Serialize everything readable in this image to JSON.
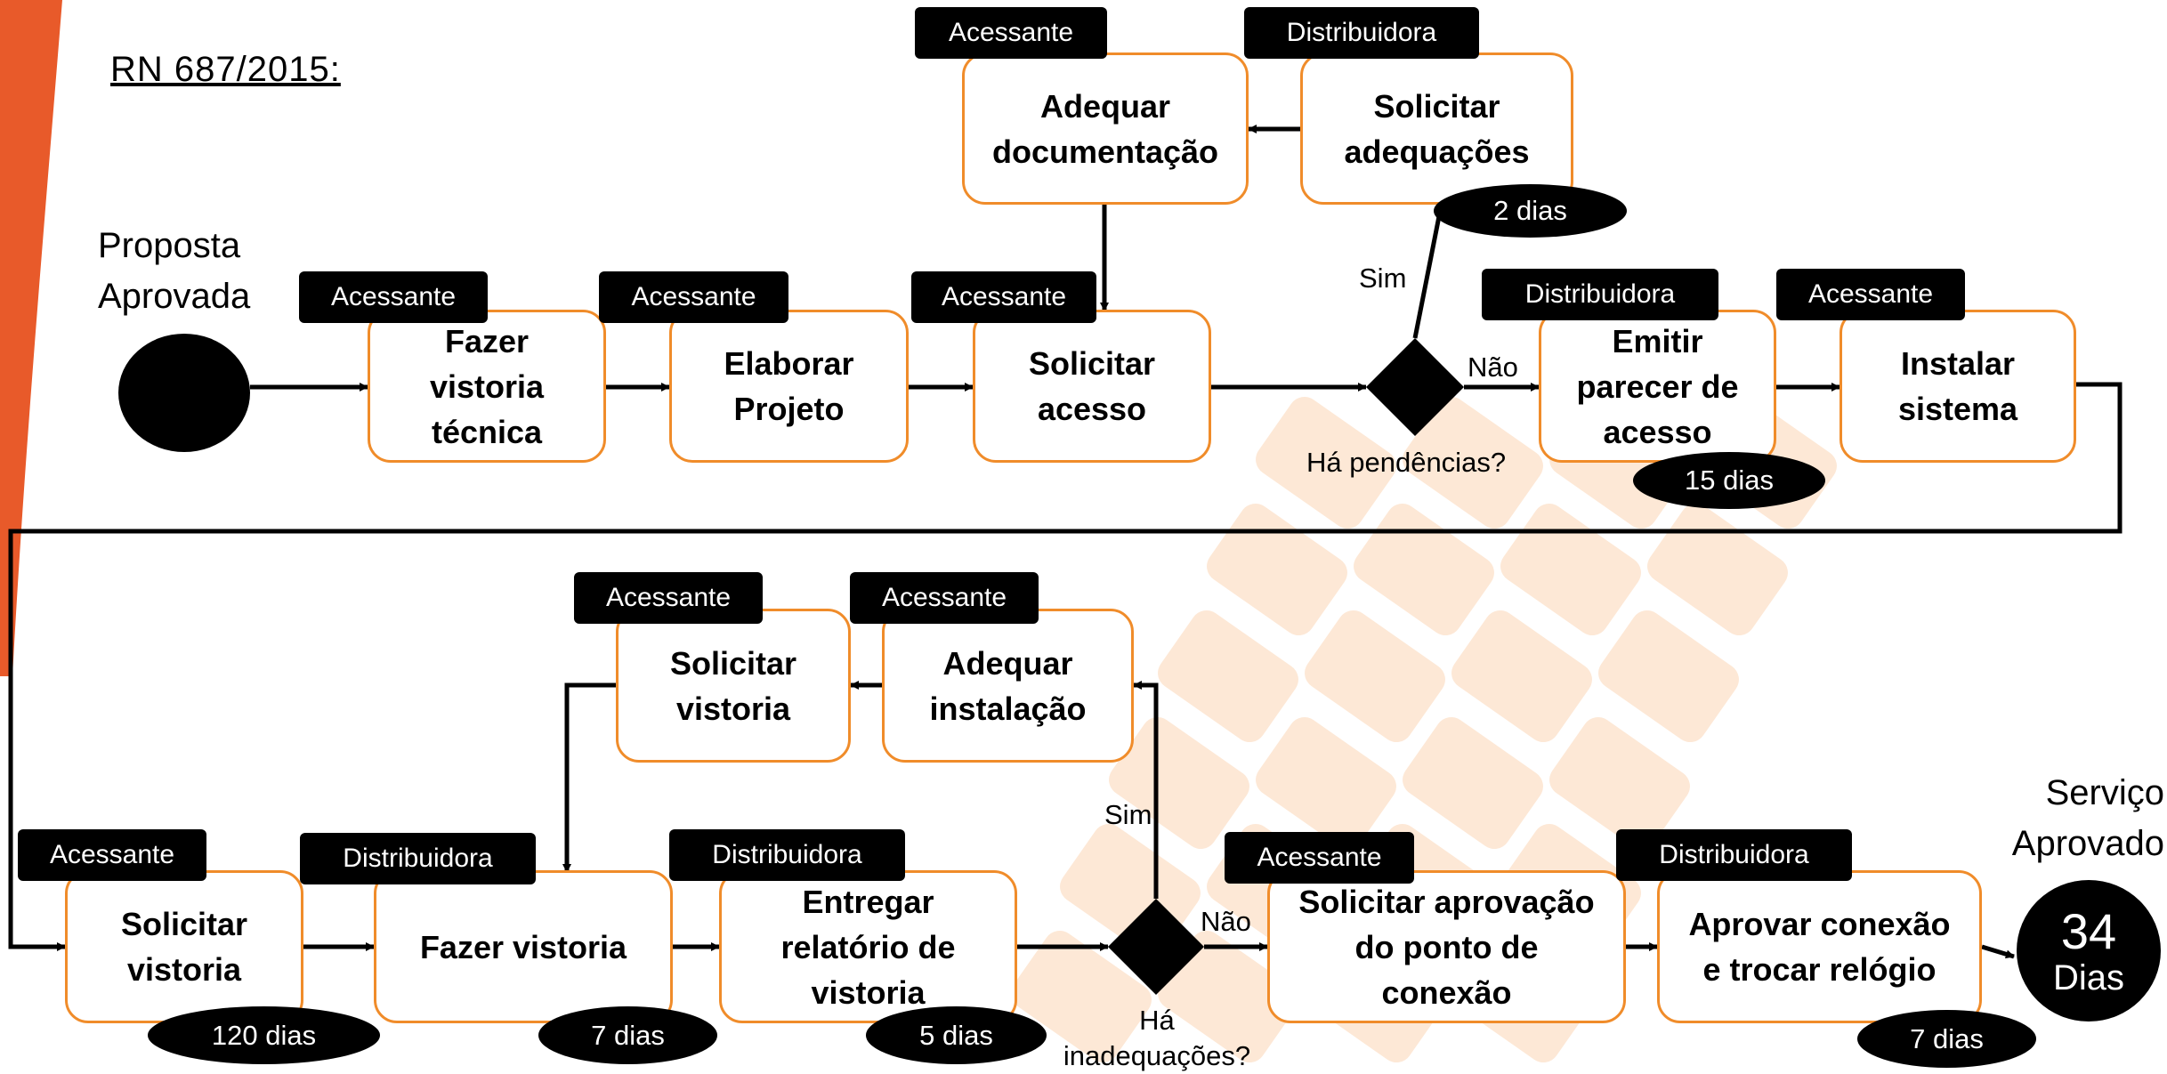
{
  "header": {
    "title": "RN 687/2015:"
  },
  "theme": {
    "accent": "#F08C2A",
    "decor_stripe": "#E85A2A",
    "decor_tiles": "#FDE8D6",
    "ink": "#000000"
  },
  "start": {
    "label": "Proposta\nAprovada"
  },
  "end": {
    "label": "Serviço\nAprovado",
    "total": "34",
    "unit": "Dias"
  },
  "steps": {
    "vistoria_tecnica": {
      "role": "Acessante",
      "text": "Fazer\nvistoria\ntécnica"
    },
    "elaborar_projeto": {
      "role": "Acessante",
      "text": "Elaborar\nProjeto"
    },
    "solicitar_acesso": {
      "role": "Acessante",
      "text": "Solicitar\nacesso"
    },
    "adequar_documentacao": {
      "role": "Acessante",
      "text": "Adequar\ndocumentação"
    },
    "solicitar_adequacoes": {
      "role": "Distribuidora",
      "text": "Solicitar\nadequações",
      "days": "2 dias"
    },
    "emitir_parecer": {
      "role": "Distribuidora",
      "text": "Emitir\nparecer de\nacesso",
      "days": "15 dias"
    },
    "instalar_sistema": {
      "role": "Acessante",
      "text": "Instalar\nsistema"
    },
    "solicitar_vistoria_1": {
      "role": "Acessante",
      "text": "Solicitar\nvistoria",
      "days": "120 dias"
    },
    "fazer_vistoria": {
      "role": "Distribuidora",
      "text": "Fazer vistoria",
      "days": "7 dias"
    },
    "entregar_relatorio": {
      "role": "Distribuidora",
      "text": "Entregar\nrelatório de\nvistoria",
      "days": "5 dias"
    },
    "solicitar_vistoria_2": {
      "role": "Acessante",
      "text": "Solicitar\nvistoria"
    },
    "adequar_instalacao": {
      "role": "Acessante",
      "text": "Adequar\ninstalação"
    },
    "solicitar_aprovacao": {
      "role": "Acessante",
      "text": "Solicitar aprovação\ndo ponto de\nconexão"
    },
    "aprovar_conexao": {
      "role": "Distribuidora",
      "text": "Aprovar conexão\ne trocar relógio",
      "days": "7 dias"
    }
  },
  "decisions": {
    "pendencias": {
      "question": "Há pendências?",
      "yes": "Sim",
      "no": "Não"
    },
    "inadequacoes": {
      "question": "Há\ninadequações?",
      "yes": "Sim",
      "no": "Não"
    }
  }
}
